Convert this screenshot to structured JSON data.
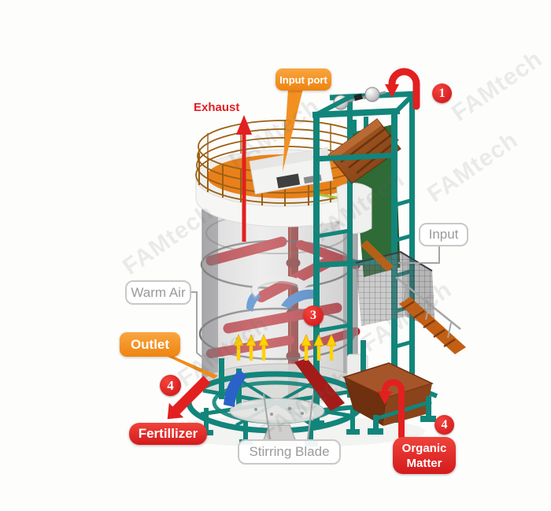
{
  "watermark": "FAMtech",
  "labels": {
    "input_port": "Input port",
    "exhaust": "Exhaust",
    "input": "Input",
    "warm_air": "Warm Air",
    "outlet": "Outlet",
    "fertilizer": "Fertillizer",
    "stirring_blade": "Stirring Blade",
    "organic_matter": {
      "line1": "Organic",
      "line2": "Matter"
    }
  },
  "badges": {
    "step_1": "1",
    "step_3": "3",
    "step_4_outlet": "4",
    "step_4_input": "4"
  },
  "colors": {
    "red": "#e2201f",
    "orange": "#f48b1a",
    "teal": "#12857b",
    "teal_dark": "#0b625b",
    "brown": "#9c5021",
    "green_chute": "#2e6b36",
    "label_gray": "#9a9a9a",
    "label_border": "#c8c8c8",
    "yellow": "#ffd206",
    "blue_blade": "#2f7fd6",
    "railing_brown": "#9c6014",
    "stairs_orange": "#c25f14",
    "blade_red": "#c22127",
    "shaft_red": "#8c1d18",
    "tank_gray": "#b4b4b6"
  }
}
